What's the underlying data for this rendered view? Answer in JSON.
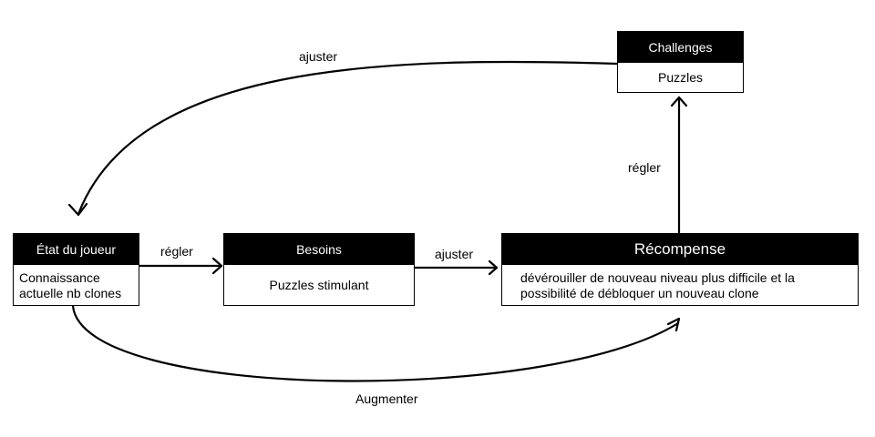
{
  "nodes": {
    "etat": {
      "title": "État du joueur",
      "lines": [
        "Connaissance",
        "actuelle nb clones"
      ]
    },
    "besoins": {
      "title": "Besoins",
      "body": "Puzzles stimulant"
    },
    "recompense": {
      "title": "Récompense",
      "lines": [
        "dévérouiller de nouveau niveau plus difficile et la",
        "possibilité de débloquer un nouveau clone"
      ]
    },
    "challenges": {
      "title": "Challenges",
      "body": "Puzzles"
    }
  },
  "edges": {
    "challenges_to_etat": "ajuster",
    "etat_to_besoins": "régler",
    "besoins_to_recompense": "ajuster",
    "recompense_to_challenges": "régler",
    "etat_to_recompense": "Augmenter"
  },
  "colors": {
    "header_bg": "#000000",
    "header_text": "#ffffff",
    "stroke": "#000000"
  }
}
